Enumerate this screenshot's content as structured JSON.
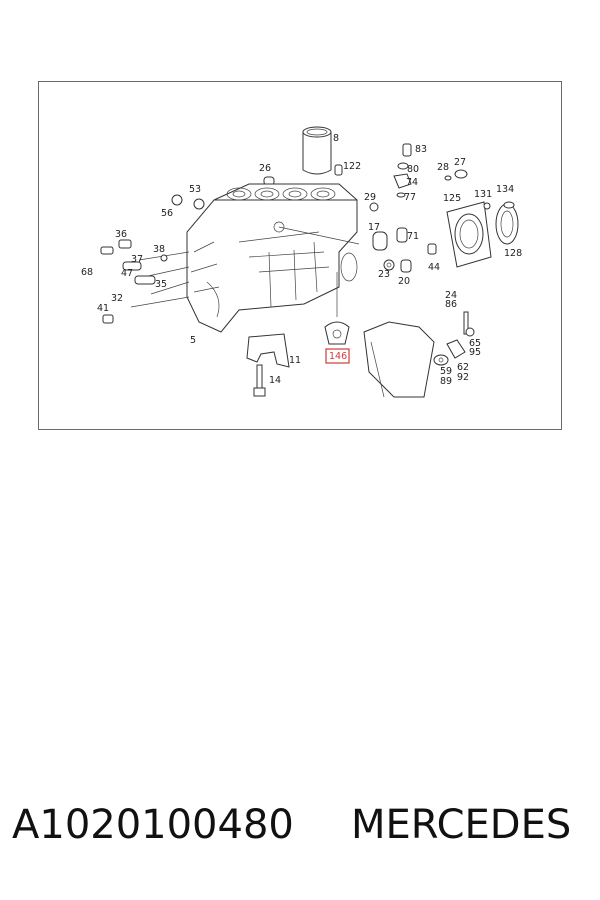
{
  "caption": {
    "part_number": "A1020100480",
    "brand": "MERCEDES"
  },
  "diagram": {
    "highlight_color": "#d23a3a",
    "callouts": [
      {
        "id": "8",
        "text": "8"
      },
      {
        "id": "122",
        "text": "122"
      },
      {
        "id": "83",
        "text": "83"
      },
      {
        "id": "80",
        "text": "80"
      },
      {
        "id": "74",
        "text": "74"
      },
      {
        "id": "77",
        "text": "77"
      },
      {
        "id": "28",
        "text": "28"
      },
      {
        "id": "27",
        "text": "27"
      },
      {
        "id": "26",
        "text": "26"
      },
      {
        "id": "53",
        "text": "53"
      },
      {
        "id": "56",
        "text": "56"
      },
      {
        "id": "29",
        "text": "29"
      },
      {
        "id": "125",
        "text": "125"
      },
      {
        "id": "131",
        "text": "131"
      },
      {
        "id": "134",
        "text": "134"
      },
      {
        "id": "17",
        "text": "17"
      },
      {
        "id": "71",
        "text": "71"
      },
      {
        "id": "36",
        "text": "36"
      },
      {
        "id": "38",
        "text": "38"
      },
      {
        "id": "37",
        "text": "37"
      },
      {
        "id": "68",
        "text": "68"
      },
      {
        "id": "47",
        "text": "47"
      },
      {
        "id": "35",
        "text": "35"
      },
      {
        "id": "32",
        "text": "32"
      },
      {
        "id": "41",
        "text": "41"
      },
      {
        "id": "23",
        "text": "23"
      },
      {
        "id": "20",
        "text": "20"
      },
      {
        "id": "44",
        "text": "44"
      },
      {
        "id": "128",
        "text": "128"
      },
      {
        "id": "24",
        "text": "24"
      },
      {
        "id": "86",
        "text": "86"
      },
      {
        "id": "5",
        "text": "5"
      },
      {
        "id": "146",
        "text": "146",
        "highlight": true
      },
      {
        "id": "11",
        "text": "11"
      },
      {
        "id": "14",
        "text": "14"
      },
      {
        "id": "65",
        "text": "65"
      },
      {
        "id": "95",
        "text": "95"
      },
      {
        "id": "59",
        "text": "59"
      },
      {
        "id": "89",
        "text": "89"
      },
      {
        "id": "62",
        "text": "62"
      },
      {
        "id": "92",
        "text": "92"
      }
    ]
  }
}
